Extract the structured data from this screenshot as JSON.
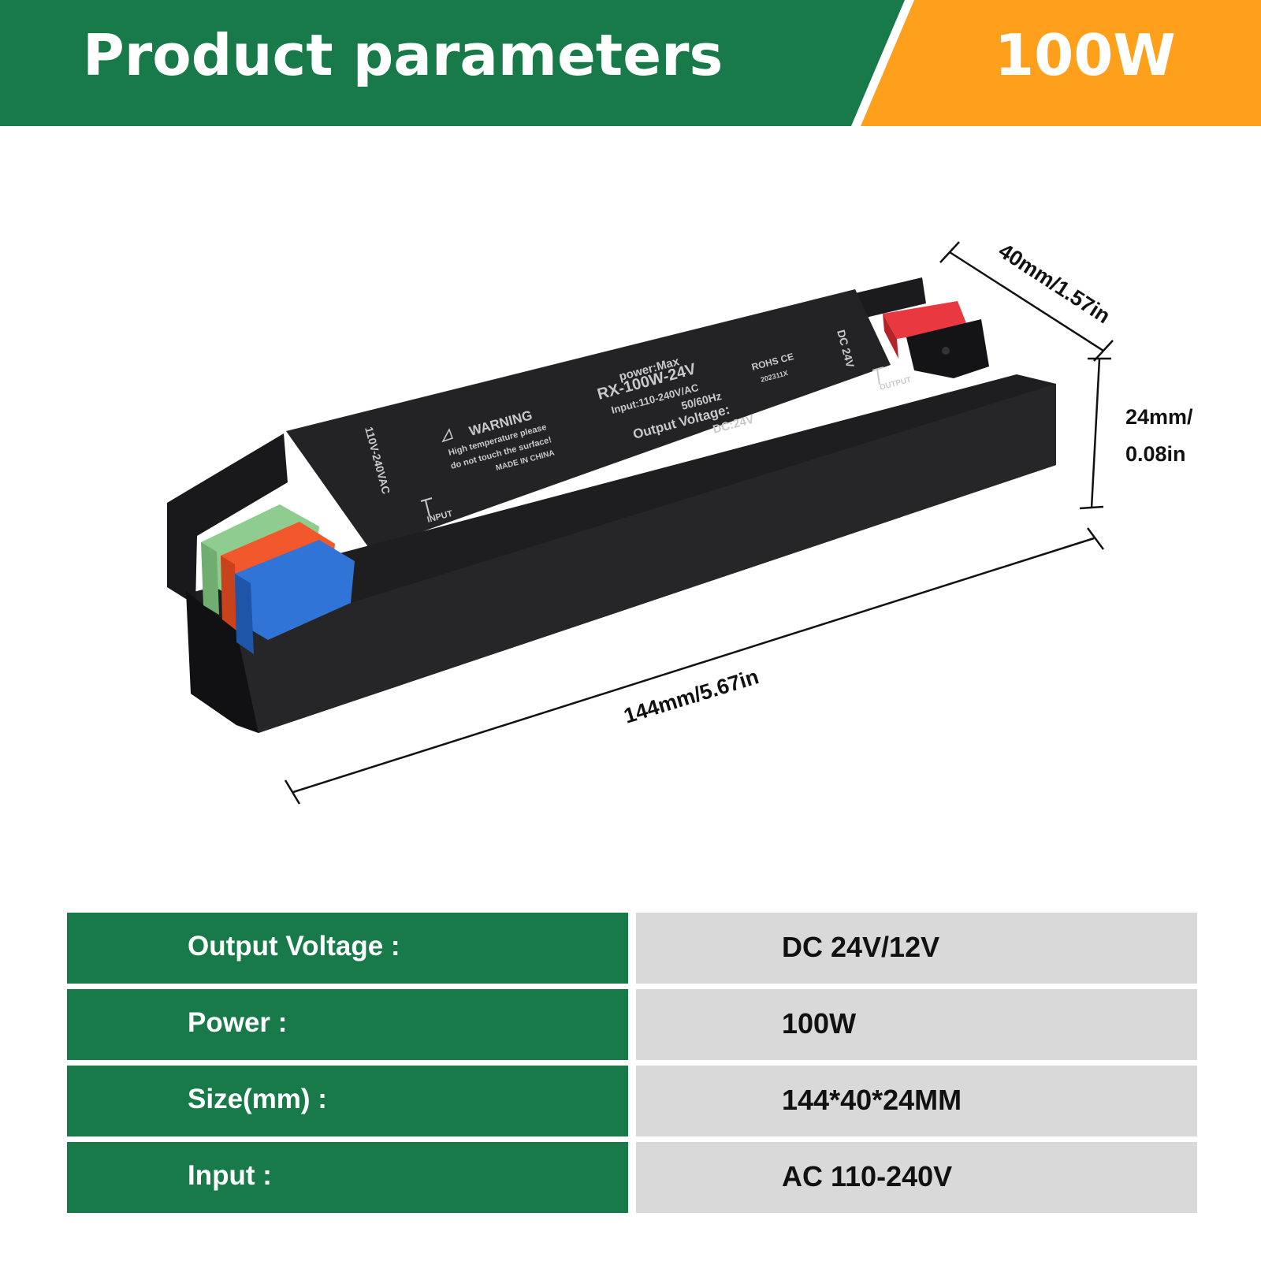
{
  "header": {
    "title": "Product parameters",
    "power_badge": "100W",
    "colors": {
      "green": "#177a48",
      "orange": "#ffa01c"
    }
  },
  "product": {
    "dimensions": {
      "width_label": "40mm/1.57in",
      "height_label_line1": "24mm/",
      "height_label_line2": "0.08in",
      "length_label": "144mm/5.67in"
    },
    "device_print": {
      "brand": "power:Max",
      "model": "RX-100W-24V",
      "input": "Input:110-240V/AC",
      "frequency": "50/60Hz",
      "output_label": "Output Voltage:",
      "output_value": "DC:24V",
      "warning_title": "WARNING",
      "warning_line1": "High temperature please",
      "warning_line2": "do not touch the surface!",
      "made_in": "MADE IN CHINA",
      "certs": "ROHS CE",
      "code": "202311X",
      "input_side": "110V-240VAC",
      "input_marker": "INPUT",
      "output_side": "DC 24V",
      "output_marker": "OUTPUT"
    },
    "colors": {
      "body": "#232325",
      "green_terminal": "#8fcc8f",
      "orange_terminal": "#f2582c",
      "blue_terminal": "#2f74d6",
      "red_terminal": "#e9383f"
    }
  },
  "specs": [
    {
      "label": "Output Voltage :",
      "value": "DC 24V/12V"
    },
    {
      "label": "Power :",
      "value": "100W"
    },
    {
      "label": "Size(mm) :",
      "value": "144*40*24MM"
    },
    {
      "label": "Input :",
      "value": "AC 110-240V"
    }
  ]
}
